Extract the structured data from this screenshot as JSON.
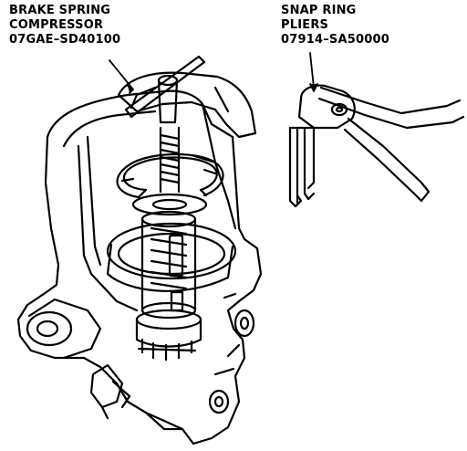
{
  "callouts": {
    "brake_spring_compressor": {
      "line1": "BRAKE SPRING",
      "line2": "COMPRESSOR",
      "part_number": "07GAE–SD40100"
    },
    "snap_ring_pliers": {
      "line1": "SNAP RING",
      "line2": "PLIERS",
      "part_number": "07914–SA50000"
    }
  },
  "style": {
    "ink": "#000000",
    "paper": "#ffffff"
  }
}
